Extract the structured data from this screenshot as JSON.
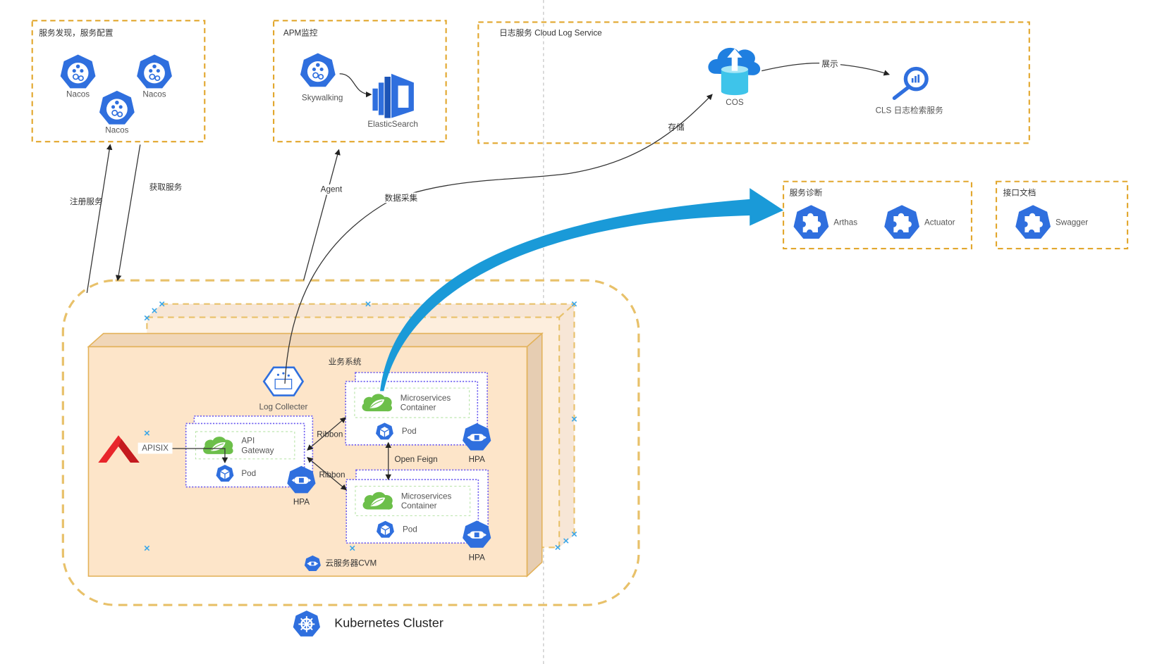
{
  "groups": {
    "discovery": {
      "title": "服务发现，服务配置",
      "nodes": [
        "Nacos",
        "Nacos",
        "Nacos"
      ]
    },
    "apm": {
      "title": "APM监控",
      "nodes": [
        "Skywalking",
        "ElasticSearch"
      ]
    },
    "log_service": {
      "title": "日志服务 Cloud Log Service",
      "nodes": [
        "COS",
        "CLS 日志检索服务"
      ],
      "edge_label": "展示"
    },
    "diagnosis": {
      "title": "服务诊断",
      "nodes": [
        "Arthas",
        "Actuator"
      ]
    },
    "api_docs": {
      "title": "接口文档",
      "nodes": [
        "Swagger"
      ]
    }
  },
  "edges": {
    "register": "注册服务",
    "fetch": "获取服务",
    "agent": "Agent",
    "collect": "数据采集",
    "store": "存储"
  },
  "cluster": {
    "label": "Kubernetes Cluster",
    "system_label": "业务系统",
    "cvm_label": "云服务器CVM",
    "log_collector": "Log Collecter",
    "apisix": "APISIX",
    "gateway": {
      "title_line1": "API",
      "title_line2": "Gateway",
      "pod": "Pod",
      "hpa": "HPA"
    },
    "services": [
      {
        "title_line1": "Microservices",
        "title_line2": "Container",
        "pod": "Pod",
        "hpa": "HPA"
      },
      {
        "title_line1": "Microservices",
        "title_line2": "Container",
        "pod": "Pod",
        "hpa": "HPA"
      }
    ],
    "ribbon_label": "Ribbon",
    "feign_label": "Open Feign"
  },
  "colors": {
    "group_border": "#e2a72e",
    "cluster_border": "#e8c16a",
    "k8s_blue": "#2f6fde",
    "big_arrow": "#1a9ad8",
    "spring_green": "#6cbf4a",
    "pod_border": "#6b5bf0",
    "box_fill": "#fde5c9"
  }
}
